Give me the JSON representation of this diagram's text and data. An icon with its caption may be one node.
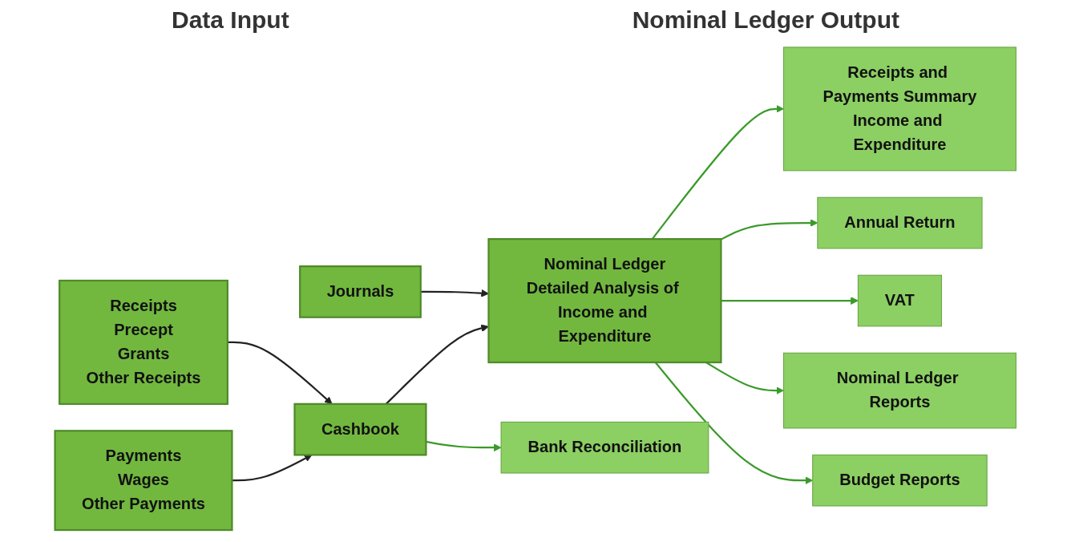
{
  "diagram": {
    "nodes": [
      {
        "text": [
          "Receipts",
          "Precept",
          "Grants",
          "Other Receipts"
        ]
      },
      {
        "text": [
          "Payments",
          "Wages",
          "Other Payments"
        ]
      },
      {
        "text": [
          "Cashbook"
        ]
      },
      {
        "text": [
          "Journals"
        ]
      },
      {
        "text": [
          "Nominal Ledger",
          "Detailed Analysis of Income and Expenditure"
        ]
      },
      {
        "text": [
          "Bank Reconciliation"
        ]
      },
      {
        "text": [
          "Receipts and Payments Summary",
          "Income and Expenditure"
        ]
      },
      {
        "text": [
          "Annual Return"
        ]
      },
      {
        "text": [
          "VAT"
        ]
      },
      {
        "text": [
          "Nominal Ledger Reports"
        ]
      },
      {
        "text": [
          "Budget Reports"
        ]
      }
    ],
    "edges": [
      {
        "from": 0,
        "to": 2,
        "arrow": "to",
        "color": "#222222"
      },
      {
        "from": 1,
        "to": 2,
        "arrow": "to",
        "color": "#222222"
      },
      {
        "from": 3,
        "to": 4,
        "arrow": "to",
        "color": "#222222"
      },
      {
        "from": 2,
        "to": 4,
        "arrow": "to",
        "color": "#222222"
      },
      {
        "from": 2,
        "to": 5,
        "arrow": "to"
      },
      {
        "from": 4,
        "to": 6,
        "arrow": "to"
      },
      {
        "from": 4,
        "to": 7,
        "arrow": "to"
      },
      {
        "from": 4,
        "to": 8,
        "arrow": "to"
      },
      {
        "from": 4,
        "to": 9,
        "arrow": "to"
      },
      {
        "from": 4,
        "to": 10,
        "arrow": "to"
      }
    ],
    "labels": [
      "Data Input",
      "Nominal Ledger Output"
    ]
  }
}
